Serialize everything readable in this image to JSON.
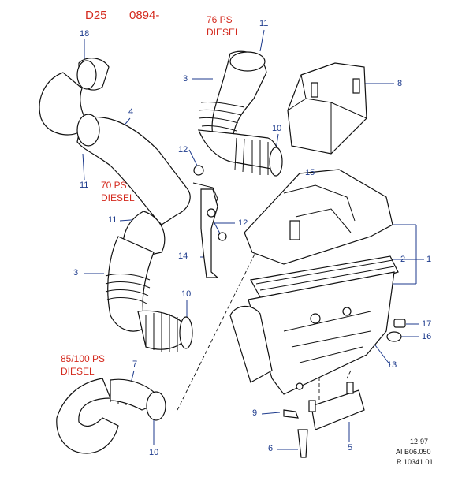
{
  "header": {
    "model": "D25",
    "code": "0894-"
  },
  "variants": {
    "v76": {
      "line1": "76 PS",
      "line2": "DIESEL"
    },
    "v70": {
      "line1": "70 PS",
      "line2": "DIESEL"
    },
    "v85": {
      "line1": "85/100 PS",
      "line2": "DIESEL"
    }
  },
  "callouts": {
    "c18": "18",
    "c4": "4",
    "c11a": "11",
    "c11b": "11",
    "c11c": "11",
    "c3a": "3",
    "c3b": "3",
    "c8": "8",
    "c10a": "10",
    "c10b": "10",
    "c10c": "10",
    "c12a": "12",
    "c12b": "12",
    "c15": "15",
    "c14": "14",
    "c2": "2",
    "c1": "1",
    "c7": "7",
    "c17": "17",
    "c16": "16",
    "c13": "13",
    "c9": "9",
    "c5": "5",
    "c6": "6"
  },
  "footer": {
    "date": "12-97",
    "ref1": "AI  B06.050",
    "ref2": "R 10341 01"
  },
  "colors": {
    "label_red": "#d42a1e",
    "callout_blue": "#1c3a8c",
    "outline": "#111111"
  }
}
